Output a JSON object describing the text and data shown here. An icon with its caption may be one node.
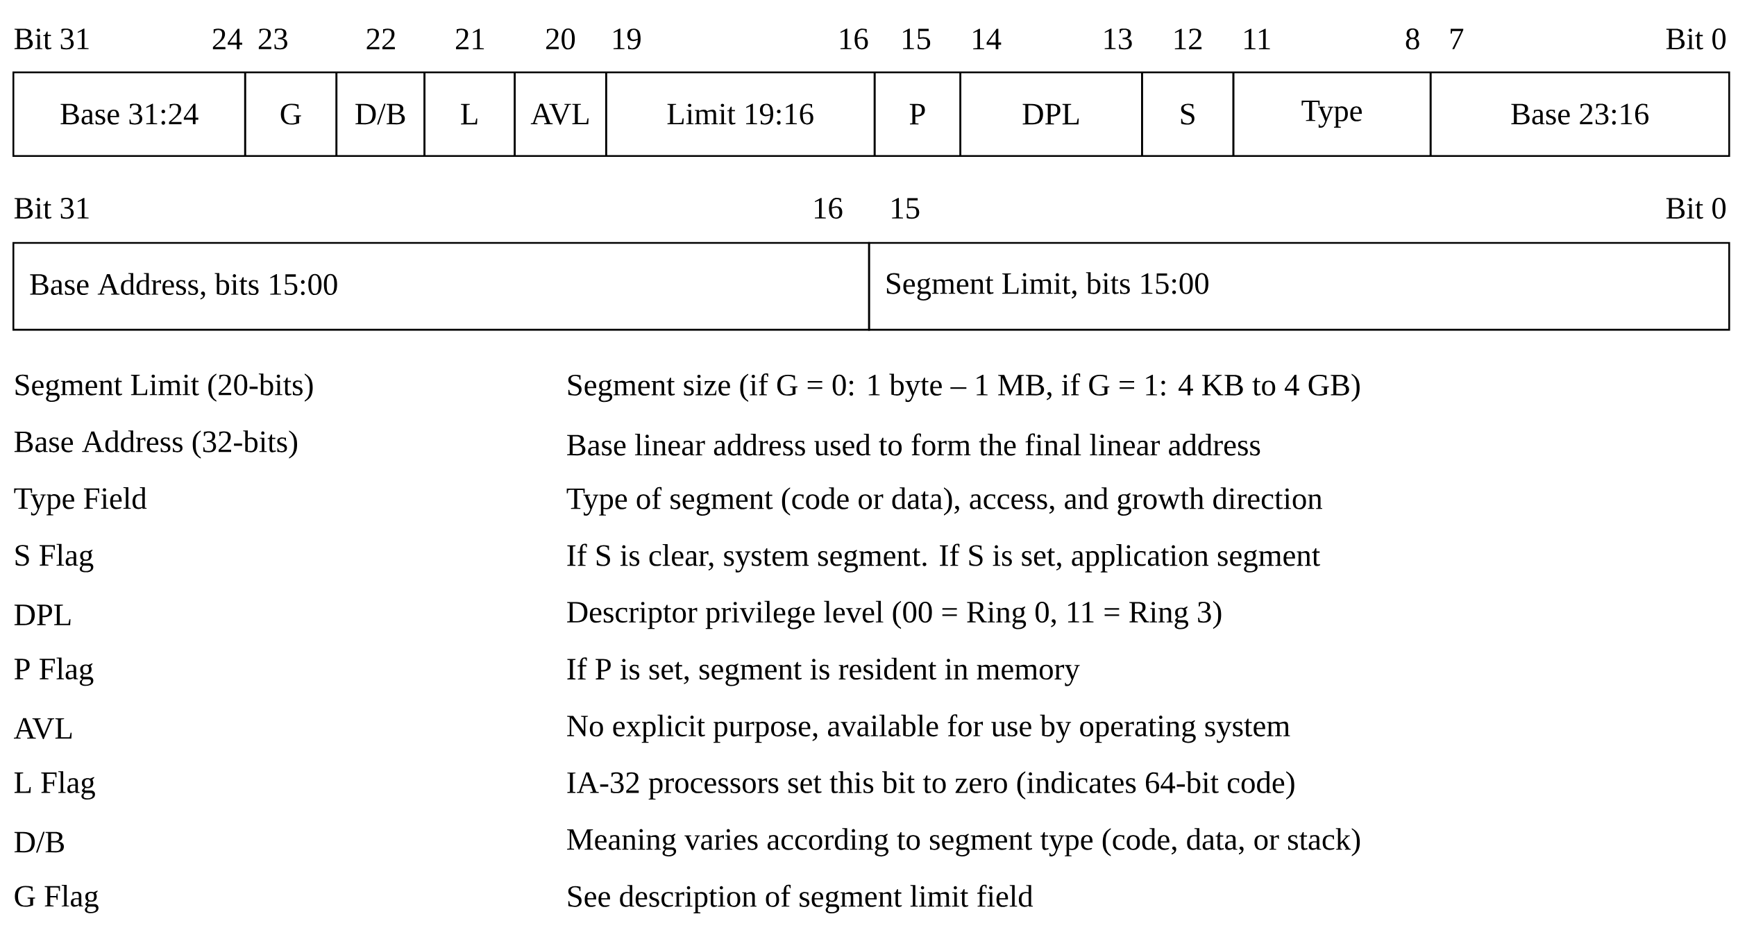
{
  "diagram": {
    "nodes": [
      {
        "text": [
          "Base 31:24"
        ]
      },
      {
        "text": [
          "G"
        ]
      },
      {
        "text": [
          "D/B"
        ]
      },
      {
        "text": [
          "L"
        ]
      },
      {
        "text": [
          "AVL"
        ]
      },
      {
        "text": [
          "Limit 19:16"
        ]
      },
      {
        "text": [
          "P"
        ]
      },
      {
        "text": [
          "DPL"
        ]
      },
      {
        "text": [
          "S"
        ]
      },
      {
        "text": [
          "Type"
        ]
      },
      {
        "text": [
          "Base 23:16"
        ]
      },
      {
        "text": [
          "Base Address, bits 15:00"
        ]
      },
      {
        "text": [
          "Segment Limit, bits 15:00"
        ]
      }
    ],
    "labels": [
      "Bit 31",
      "24",
      "23",
      "22",
      "21",
      "20",
      "19",
      "16",
      "15",
      "14",
      "13",
      "12",
      "11",
      "8",
      "7",
      "Bit 0",
      "Bit 31",
      "16",
      "15",
      "Bit 0",
      "Segment Limit (20-bits)",
      "Segment size (if G = 0: 1 byte – 1 MB, if G = 1: 4 KB to 4 GB)",
      "Base Address (32-bits)",
      "Base linear address used to form the final linear address",
      "Type Field",
      "Type of segment (code or data), access, and growth direction",
      "S Flag",
      "If S is clear, system segment. If S is set, application segment",
      "DPL",
      "Descriptor privilege level (00 = Ring 0, 11 = Ring 3)",
      "P Flag",
      "If P is set, segment is resident in memory",
      "AVL",
      "No explicit purpose, available for use by operating system",
      "L Flag",
      "IA-32 processors set this bit to zero (indicates 64-bit code)",
      "D/B",
      "Meaning varies according to segment type (code, data, or stack)",
      "G Flag",
      "See description of segment limit field"
    ]
  }
}
